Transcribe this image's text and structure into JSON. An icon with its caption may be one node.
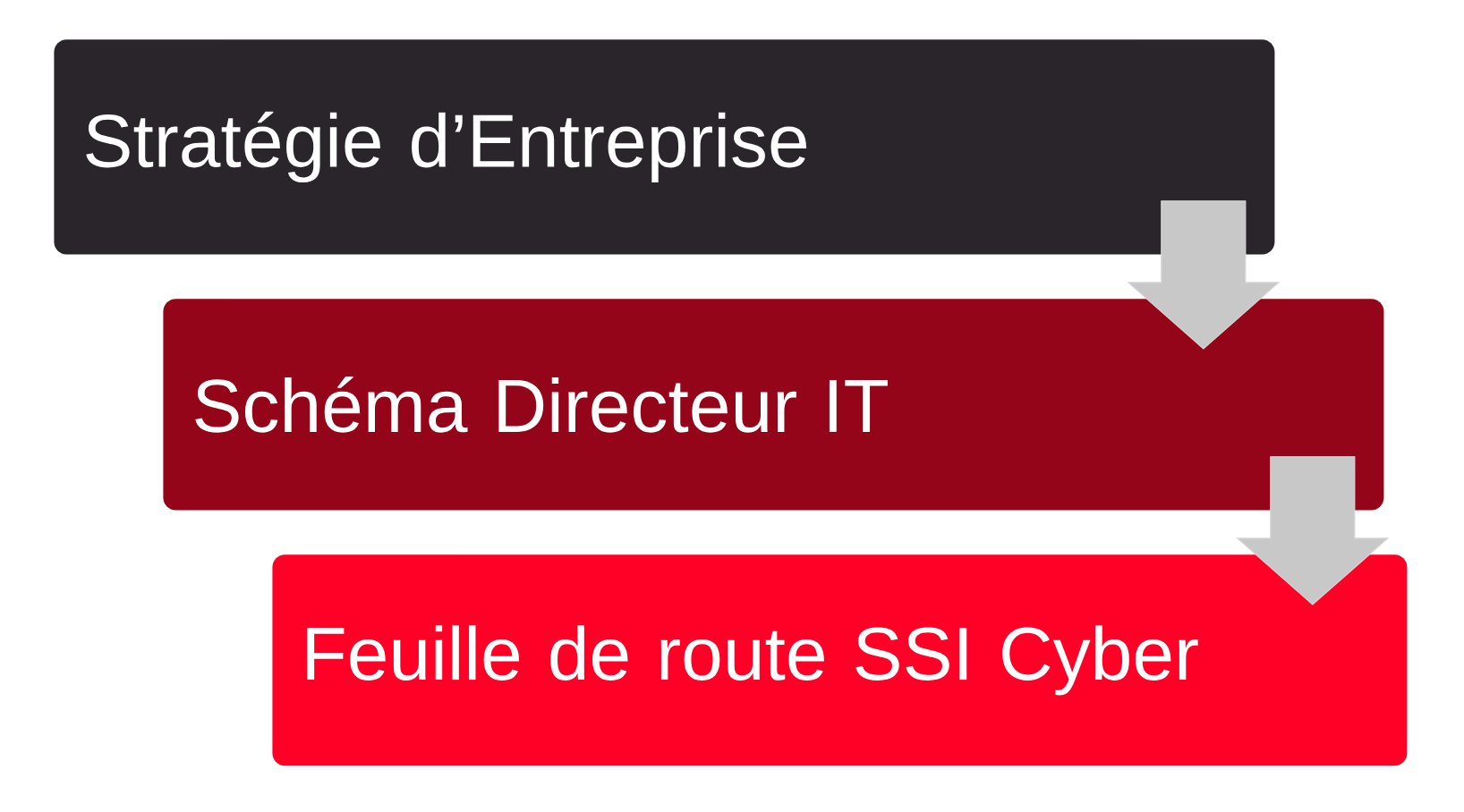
{
  "diagram": {
    "nodes": [
      {
        "text": [
          "Stratégie d’Entreprise"
        ]
      },
      {
        "text": [
          "Schéma Directeur IT"
        ]
      },
      {
        "text": [
          "Feuille de route SSI Cyber"
        ]
      }
    ],
    "edges": [
      {
        "from": 0,
        "to": 1,
        "arrow": "to"
      },
      {
        "from": 1,
        "to": 2,
        "arrow": "to"
      }
    ]
  }
}
